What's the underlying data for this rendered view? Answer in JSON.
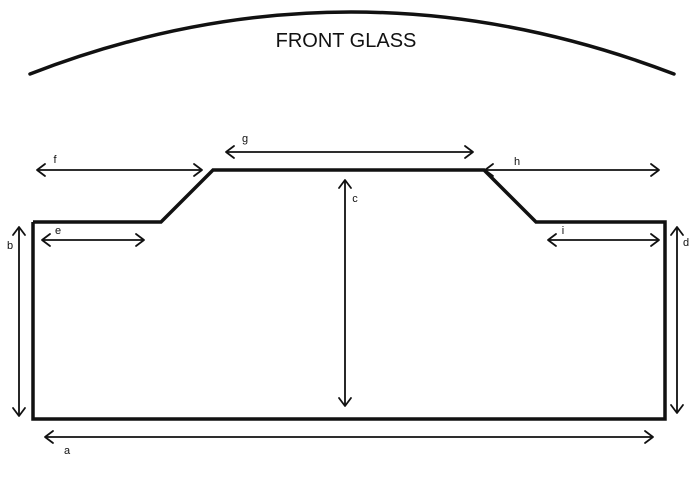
{
  "title": "FRONT GLASS",
  "dimensions": [
    {
      "id": "a",
      "label": "a"
    },
    {
      "id": "b",
      "label": "b"
    },
    {
      "id": "c",
      "label": "c"
    },
    {
      "id": "d",
      "label": "d"
    },
    {
      "id": "e",
      "label": "e"
    },
    {
      "id": "f",
      "label": "f"
    },
    {
      "id": "g",
      "label": "g"
    },
    {
      "id": "h",
      "label": "h"
    },
    {
      "id": "i",
      "label": "i"
    }
  ]
}
